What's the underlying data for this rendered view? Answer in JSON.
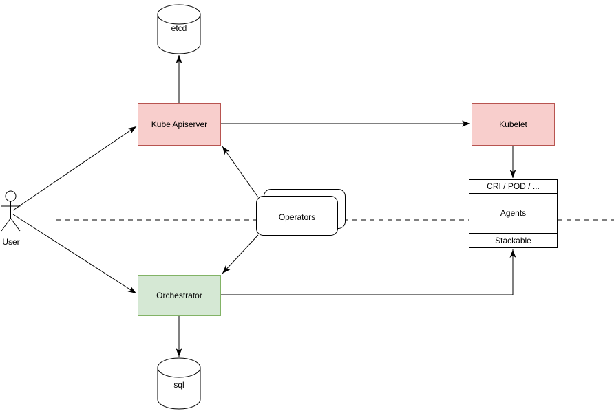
{
  "diagram": {
    "kind": "architecture-diagram",
    "nodes": {
      "etcd": {
        "label": "etcd",
        "shape": "cylinder"
      },
      "kube_apiserver": {
        "label": "Kube Apiserver",
        "shape": "rect"
      },
      "kubelet": {
        "label": "Kubelet",
        "shape": "rect"
      },
      "operators": {
        "label": "Operators",
        "shape": "stacked-rounded-rect"
      },
      "agents": {
        "header": "CRI / POD / ...",
        "body": "Agents",
        "footer": "Stackable",
        "shape": "three-section-rect"
      },
      "orchestrator": {
        "label": "Orchestrator",
        "shape": "rect"
      },
      "sql": {
        "label": "sql",
        "shape": "cylinder"
      },
      "user": {
        "label": "User",
        "shape": "actor"
      }
    },
    "edges": [
      {
        "from": "user",
        "to": "kube_apiserver",
        "arrow": "end"
      },
      {
        "from": "user",
        "to": "orchestrator",
        "arrow": "end"
      },
      {
        "from": "kube_apiserver",
        "to": "etcd",
        "arrow": "end"
      },
      {
        "from": "kube_apiserver",
        "to": "kubelet",
        "arrow": "end"
      },
      {
        "from": "kubelet",
        "to": "agents",
        "arrow": "end"
      },
      {
        "from": "operators",
        "to": "kube_apiserver",
        "arrow": "end"
      },
      {
        "from": "operators",
        "to": "orchestrator",
        "arrow": "end"
      },
      {
        "from": "orchestrator",
        "to": "sql",
        "arrow": "end"
      },
      {
        "from": "orchestrator",
        "to": "agents",
        "arrow": "end"
      }
    ],
    "separator": {
      "style": "dashed-horizontal",
      "label": ""
    },
    "colors": {
      "background": "#ffffff",
      "red_fill": "#f8cecc",
      "red_stroke": "#b85450",
      "green_fill": "#d5e8d4",
      "green_stroke": "#82b366",
      "shape_fill": "#ffffff",
      "line": "#000000",
      "text": "#000000"
    }
  }
}
